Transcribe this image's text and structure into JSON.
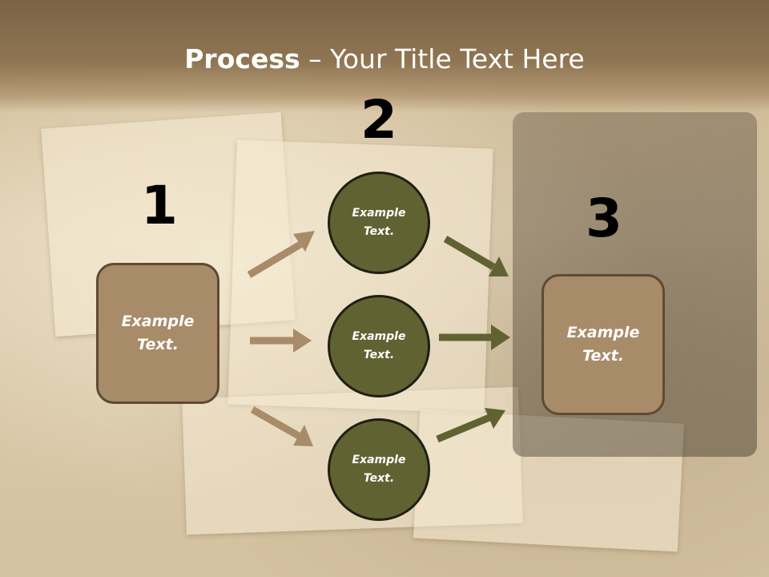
{
  "title": {
    "bold": "Process",
    "rest": " – Your Title Text Here"
  },
  "steps": [
    {
      "number": "1",
      "label": "Example Text."
    },
    {
      "number": "2",
      "labels": [
        "Example Text.",
        "Example Text.",
        "Example Text."
      ]
    },
    {
      "number": "3",
      "label": "Example Text."
    }
  ],
  "colors": {
    "box_fill": "#a88b68",
    "box_border": "#5e4a34",
    "circle_fill": "#606232",
    "circle_border": "#1f1f12",
    "arrow_left": "#a88b68",
    "arrow_right": "#606232",
    "header": "#7a6345"
  }
}
